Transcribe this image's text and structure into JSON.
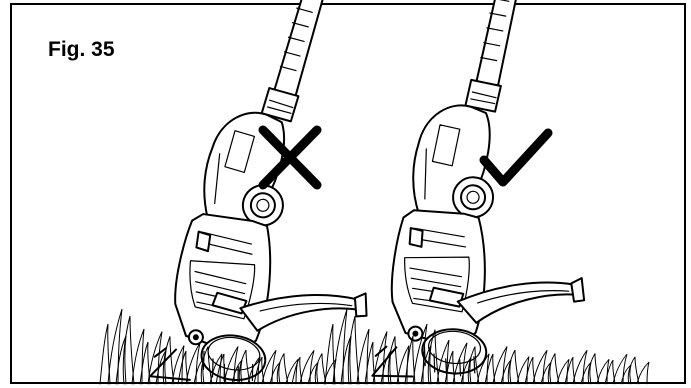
{
  "figure": {
    "label": "Fig. 35",
    "panels": [
      {
        "id": "incorrect",
        "mark_icon": "cross-icon"
      },
      {
        "id": "correct",
        "mark_icon": "checkmark-icon"
      }
    ]
  },
  "colors": {
    "ink": "#000000",
    "paper": "#ffffff"
  }
}
